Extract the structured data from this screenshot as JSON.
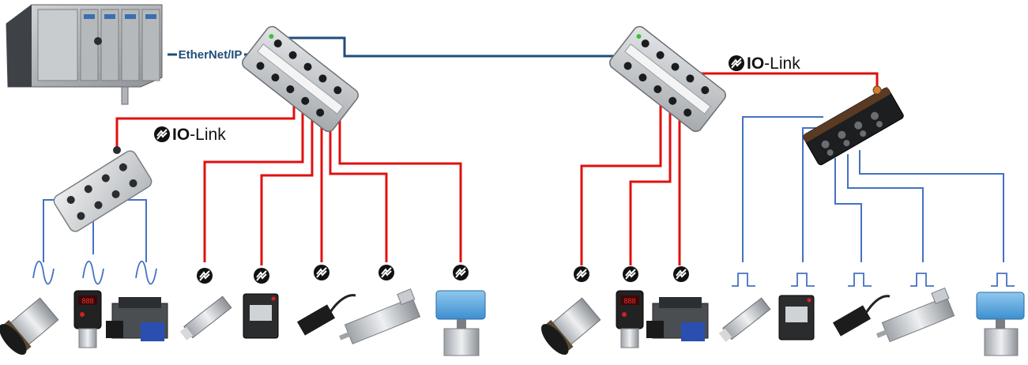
{
  "protocol_label": "EtherNet/IP",
  "iolink_label_1": {
    "bold": "IO",
    "rest": "-Link"
  },
  "iolink_label_2": {
    "bold": "IO",
    "rest": "-Link"
  },
  "devices": {
    "controller": "plc-controller",
    "master_1": "io-link-master-1",
    "master_2": "io-link-master-2",
    "hub_1": "io-link-hub-analog",
    "hub_2": "io-link-hub-digital"
  },
  "colors": {
    "ethernet": "#1f4e79",
    "iolink": "#e01010",
    "analog": "#4472c4",
    "digital": "#4472c4"
  },
  "icons": {
    "iolink": "io-link-icon",
    "analog": "sine-wave-icon",
    "digital": "pulse-icon"
  }
}
